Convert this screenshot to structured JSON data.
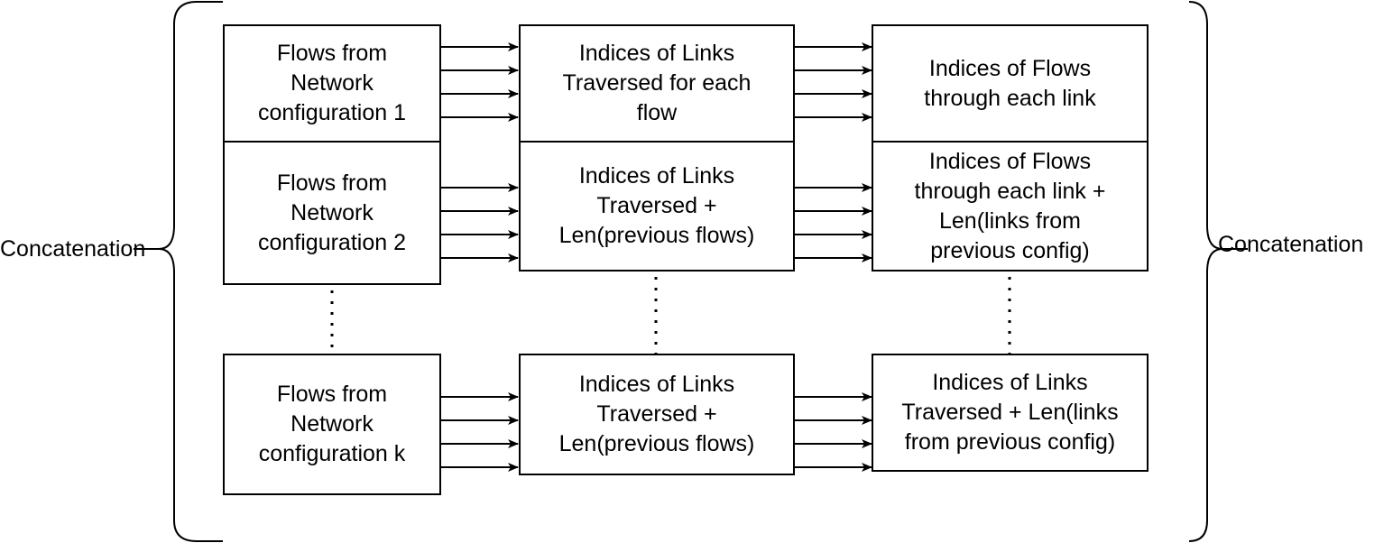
{
  "labels": {
    "left": "Concatenation",
    "right": "Concatenation"
  },
  "flows": [
    "Flows from\nNetwork\nconfiguration 1",
    "Flows from\nNetwork\nconfiguration 2",
    "Flows from\nNetwork\nconfiguration k"
  ],
  "links": [
    "Indices of Links\nTraversed for each\nflow",
    "Indices of Links\nTraversed +\nLen(previous flows)",
    "Indices of Links\nTraversed +\nLen(previous flows)"
  ],
  "outputs": [
    "Indices of Flows\nthrough each link",
    "Indices of Flows\nthrough each link +\nLen(links from\nprevious config)",
    "Indices of Links\nTraversed + Len(links\nfrom previous config)"
  ],
  "colors": {
    "stroke": "#000000",
    "background": "#ffffff"
  }
}
